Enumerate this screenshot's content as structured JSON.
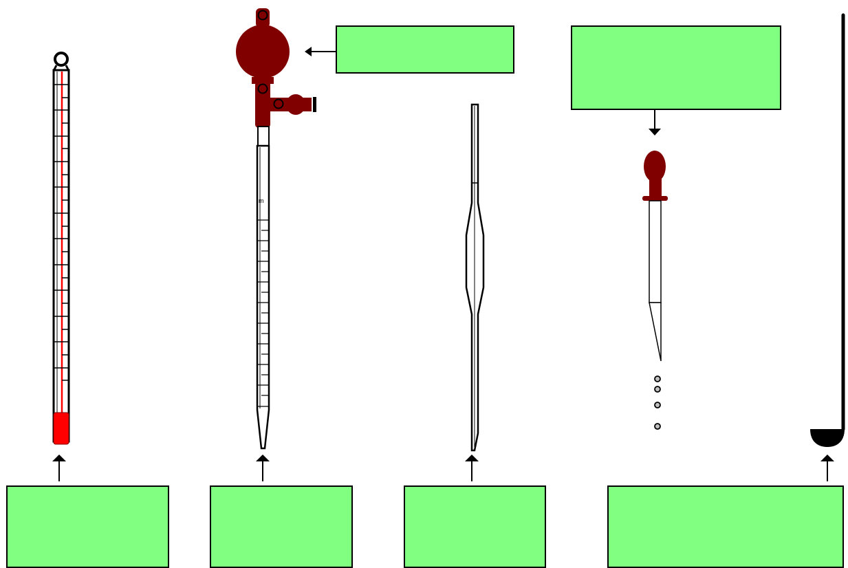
{
  "colors": {
    "label_fill": "#80ff80",
    "bulb_rubber": "#800000",
    "mercury": "#ff0000",
    "outline": "#000000"
  },
  "labels": [
    {
      "name": "pipette-bulb-label",
      "text": ""
    },
    {
      "name": "dropper-bulb-label",
      "text": ""
    },
    {
      "name": "thermometer-label",
      "text": ""
    },
    {
      "name": "graduated-pipette-label",
      "text": ""
    },
    {
      "name": "volumetric-pipette-label",
      "text": ""
    },
    {
      "name": "dropper-ladle-label",
      "text": ""
    }
  ],
  "apparatus": {
    "pipette_scale_mark": "m"
  }
}
